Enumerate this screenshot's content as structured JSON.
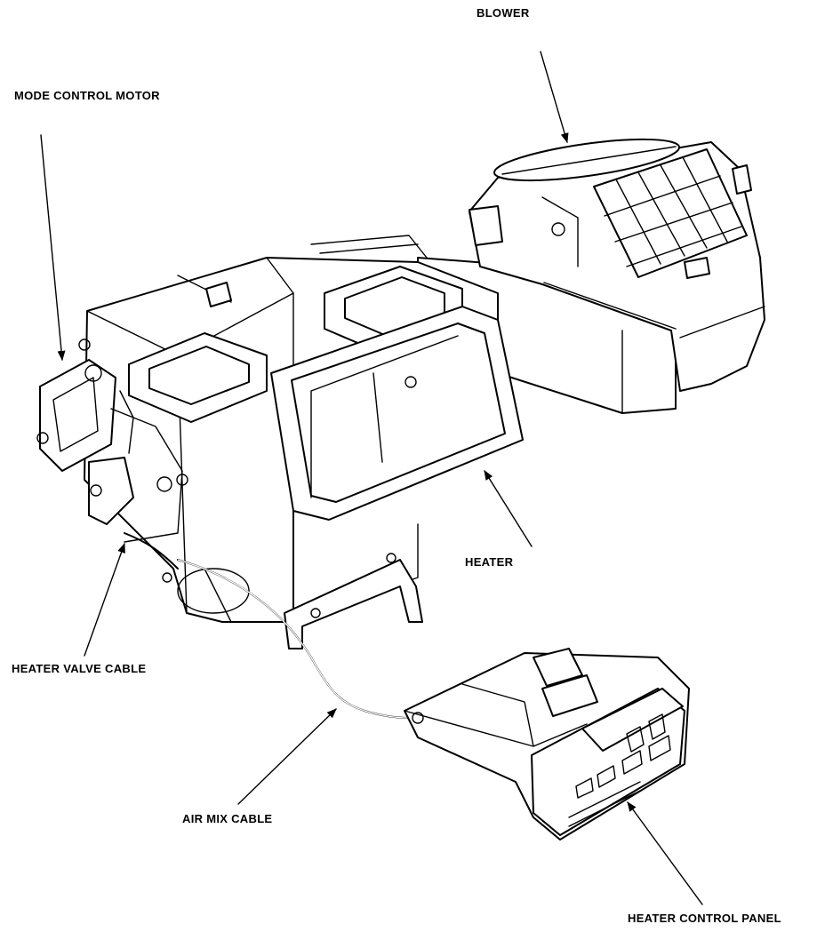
{
  "labels": {
    "blower": "BLOWER",
    "mode_control_motor": "MODE CONTROL MOTOR",
    "heater": "HEATER",
    "heater_valve_cable": "HEATER VALVE CABLE",
    "air_mix_cable": "AIR MIX CABLE",
    "heater_control_panel": "HEATER CONTROL PANEL"
  },
  "colors": {
    "ink": "#000000",
    "paper": "#ffffff"
  }
}
